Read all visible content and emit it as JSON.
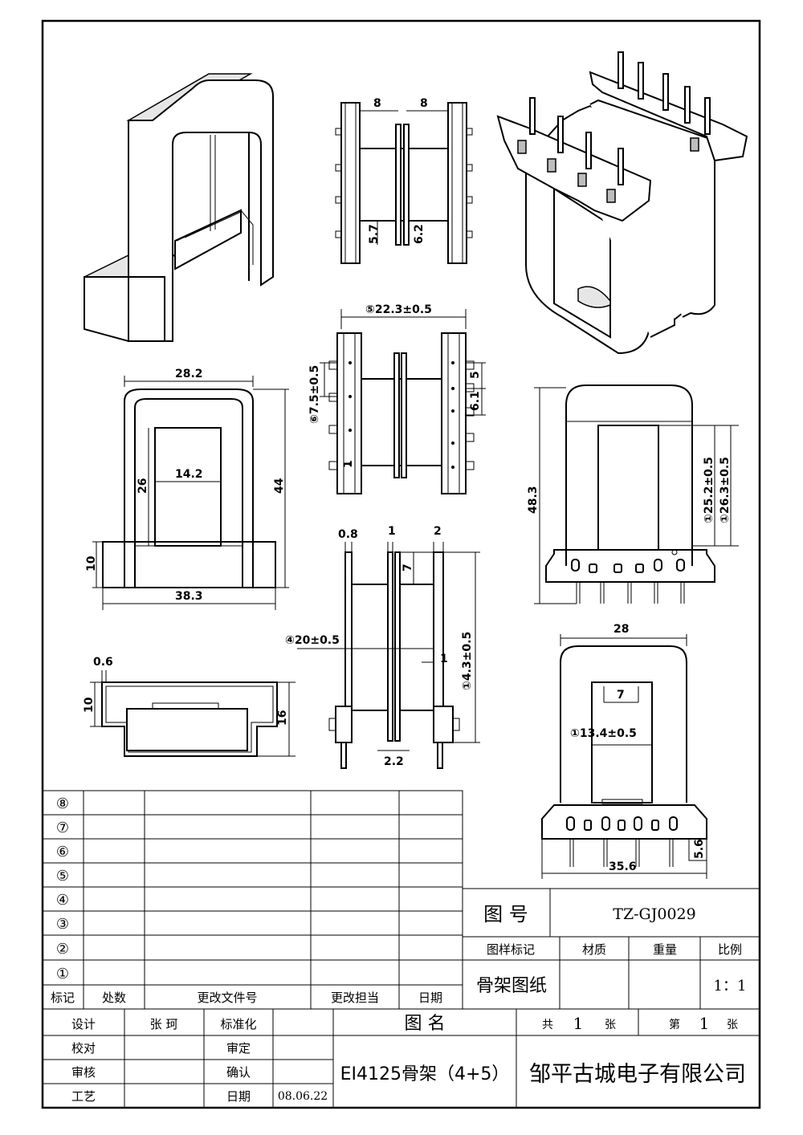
{
  "dims": {
    "top_w1": "8",
    "top_w2": "8",
    "top_h1": "5.7",
    "top_h2": "6.2",
    "mid_span": "⑤22.3±0.5",
    "mid_left": "⑥7.5±0.5",
    "mid_r1": "5",
    "mid_r2": "6.1",
    "mid_pin": "1",
    "front_w": "28.2",
    "front_inner_w": "14.2",
    "front_inner_h": "26",
    "front_h": "44",
    "front_base_h": "10",
    "front_base_w": "38.3",
    "side_t1": "0.8",
    "side_t2": "1",
    "side_t3": "2",
    "side_7": "7",
    "side_len": "④20±0.5",
    "side_1": "1",
    "side_43": "①4.3±0.5",
    "side_22": "2.2",
    "right_h": "48.3",
    "right_d1": "①25.2±0.5",
    "right_d2": "①26.3±0.5",
    "bot_06": "0.6",
    "bot_10": "10",
    "bot_16": "16",
    "rb_w": "28",
    "rb_7": "7",
    "rb_134": "①13.4±0.5",
    "rb_56": "5.6",
    "rb_356": "35.6"
  },
  "revisions": {
    "marks": [
      "⑧",
      "⑦",
      "⑥",
      "⑤",
      "④",
      "③",
      "②",
      "①"
    ],
    "headers": [
      "标记",
      "处数",
      "更改文件号",
      "更改担当",
      "日期"
    ]
  },
  "title_block": {
    "drawing_no_label": "图 号",
    "drawing_no": "TZ-GJ0029",
    "sample_label": "图样标记",
    "material_label": "材质",
    "weight_label": "重量",
    "scale_label": "比例",
    "drawing_type": "骨架图纸",
    "scale": "1：1",
    "design_label": "设计",
    "designer": "张 珂",
    "standard_label": "标准化",
    "check_label": "校对",
    "approve_label": "审定",
    "review_label": "审核",
    "confirm_label": "确认",
    "process_label": "工艺",
    "date_label": "日期",
    "date": "08.06.22",
    "name_label": "图  名",
    "total_label": "共",
    "total_num": "1",
    "sheet_unit1": "张",
    "page_label": "第",
    "page_num": "1",
    "sheet_unit2": "张",
    "part_name": "EI4125骨架（4+5）",
    "company": "邹平古城电子有限公司"
  }
}
